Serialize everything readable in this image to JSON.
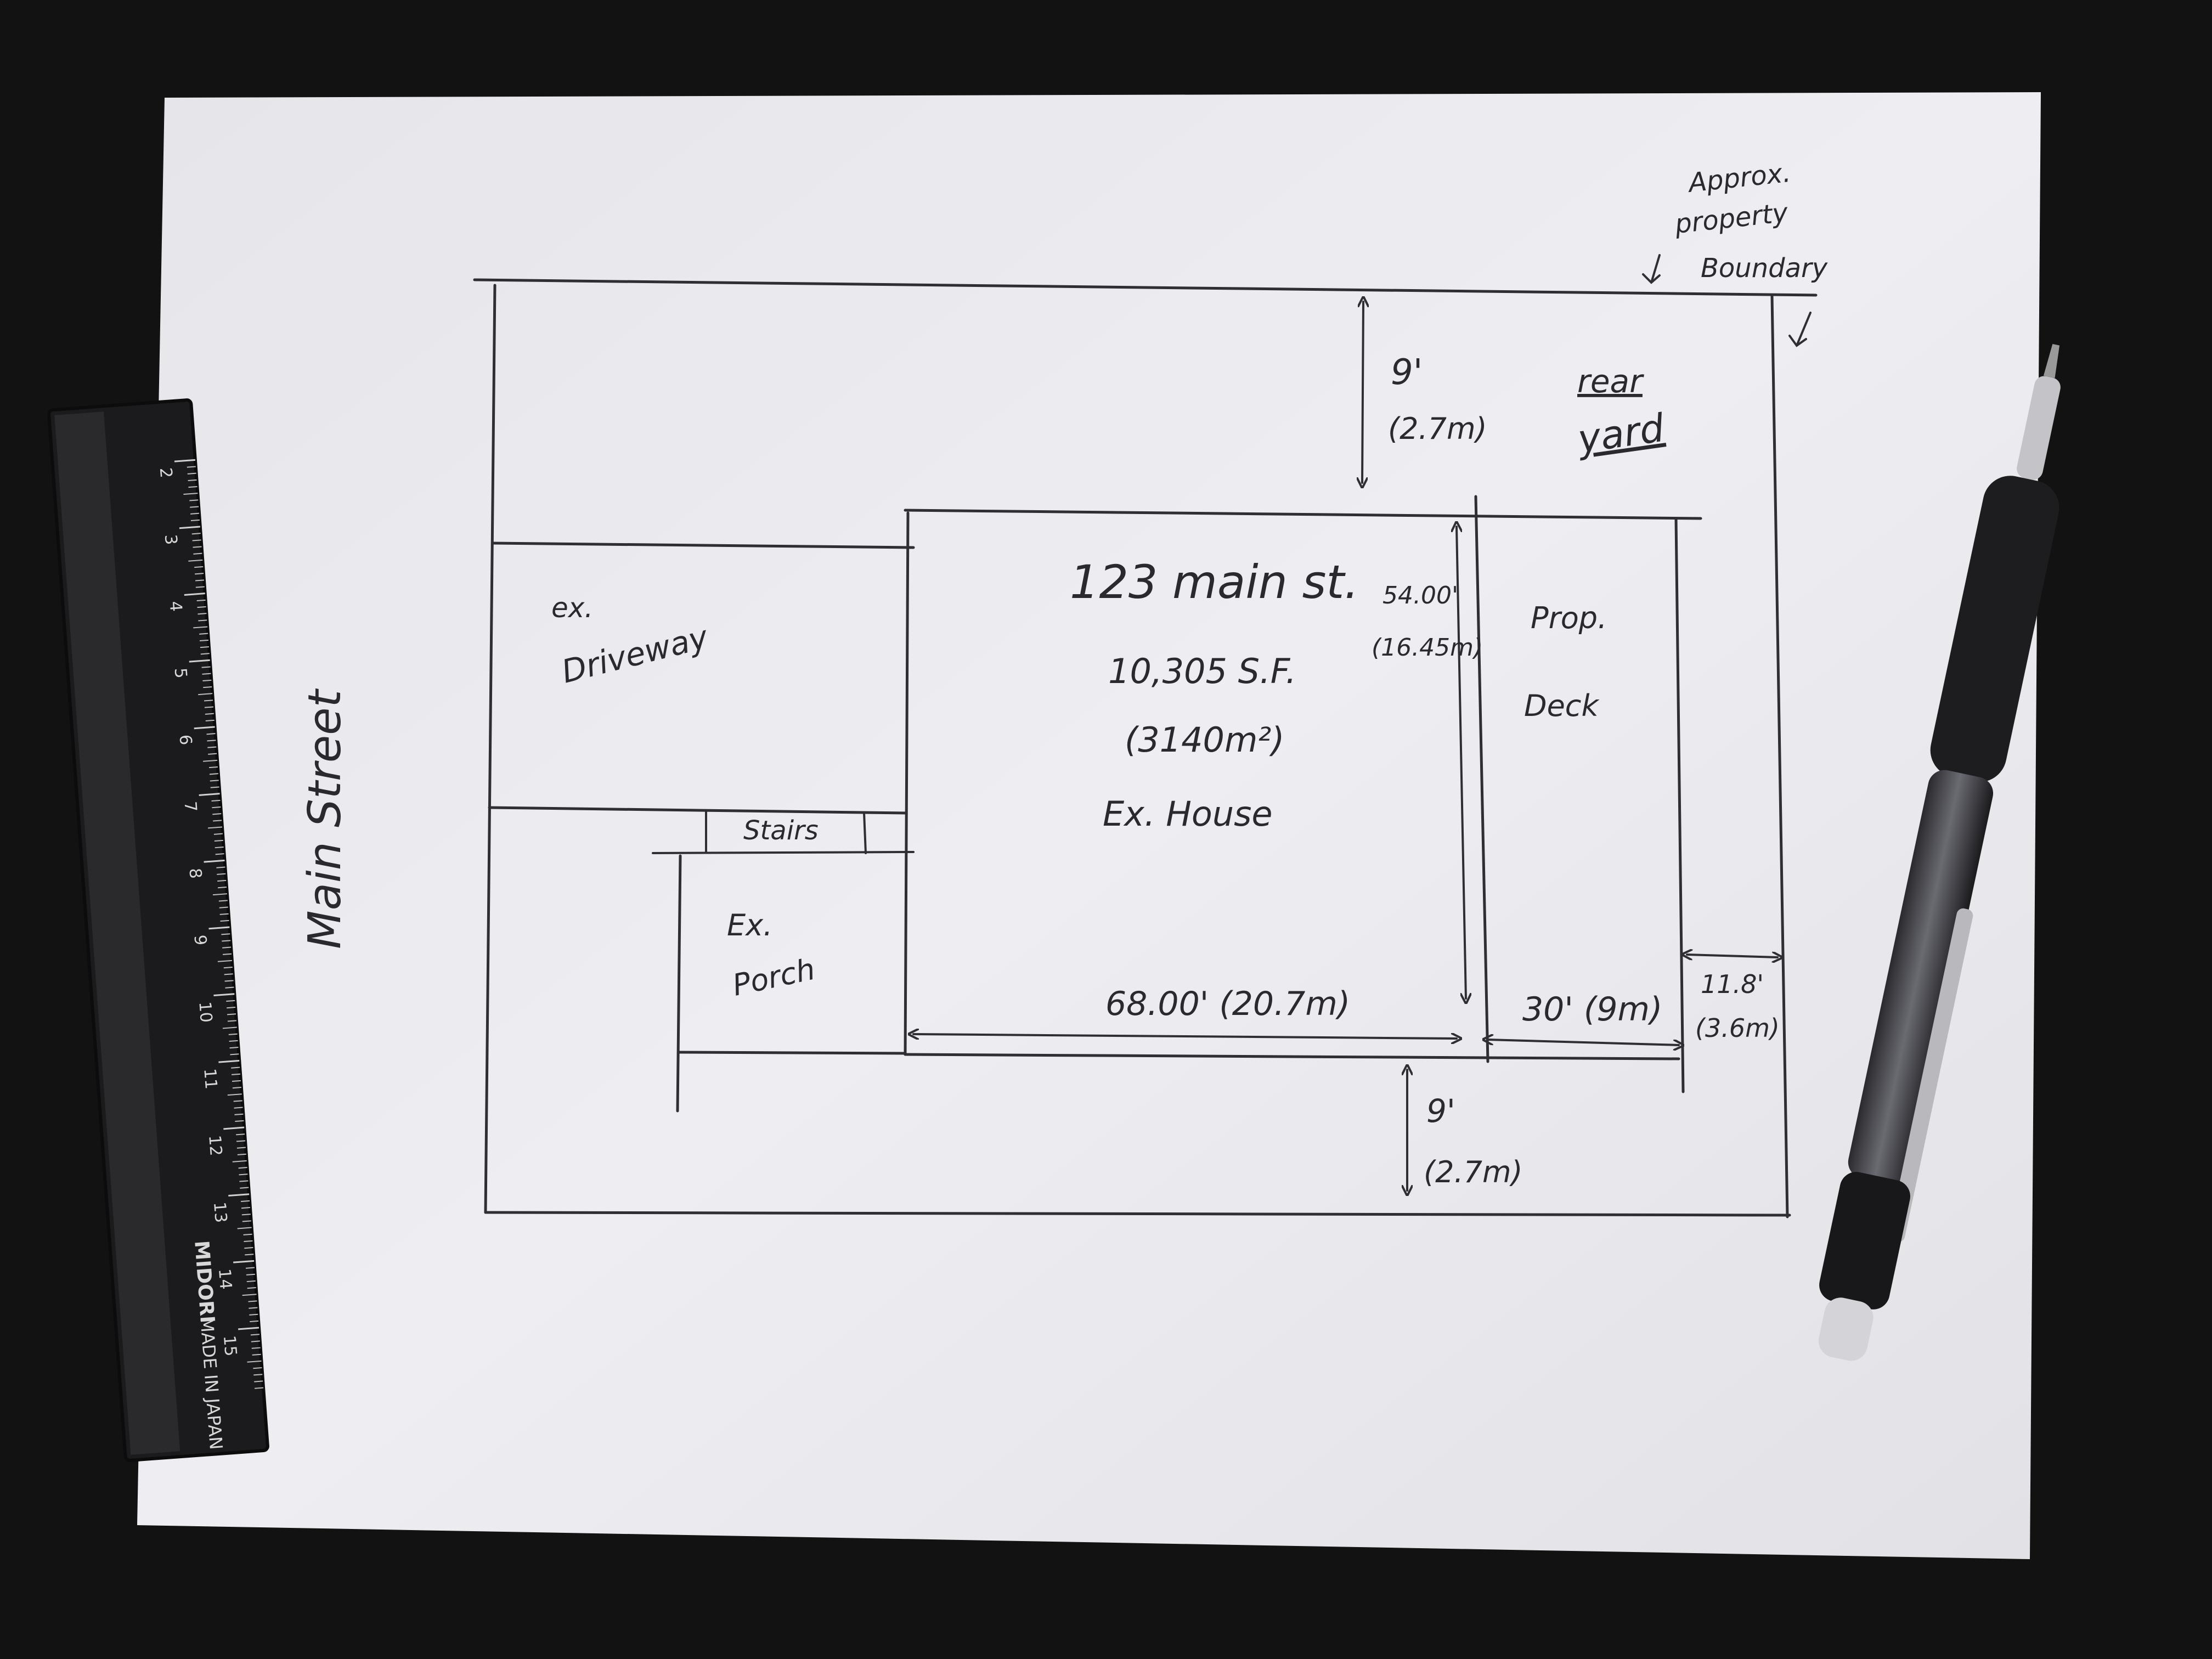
{
  "property": {
    "address": "123 main st.",
    "area_sf": "10,305 S.F.",
    "area_m2": "(3140m²)",
    "house_label": "Ex. House"
  },
  "labels": {
    "driveway_line1": "ex.",
    "driveway_line2": "Driveway",
    "stairs": "Stairs",
    "porch_line1": "Ex.",
    "porch_line2": "Porch",
    "deck_line1": "Prop.",
    "deck_line2": "Deck",
    "rear_yard_line1": "rear",
    "rear_yard_line2": "yard",
    "street": "Main Street",
    "boundary_line1": "Approx.",
    "boundary_line2": "property",
    "boundary_line3": "Boundary"
  },
  "dimensions": {
    "rear_setback_ft": "9'",
    "rear_setback_m": "(2.7m)",
    "house_depth_ft": "54.00'",
    "house_depth_m": "(16.45m)",
    "house_width": "68.00' (20.7m)",
    "deck_width": "30' (9m)",
    "side_setback_ft": "11.8'",
    "side_setback_m": "(3.6m)",
    "front_setback_ft": "9'",
    "front_setback_m": "(2.7m)"
  },
  "ruler": {
    "brand": "MIDORI",
    "origin": "MADE IN JAPAN",
    "ticks": [
      "2",
      "3",
      "4",
      "5",
      "6",
      "7",
      "8",
      "9",
      "10",
      "11",
      "12",
      "13",
      "14",
      "15"
    ]
  },
  "colors": {
    "background": "#121212",
    "paper": "#ececf0",
    "ink": "#2e2e33",
    "ruler": "#1b1b1d"
  }
}
